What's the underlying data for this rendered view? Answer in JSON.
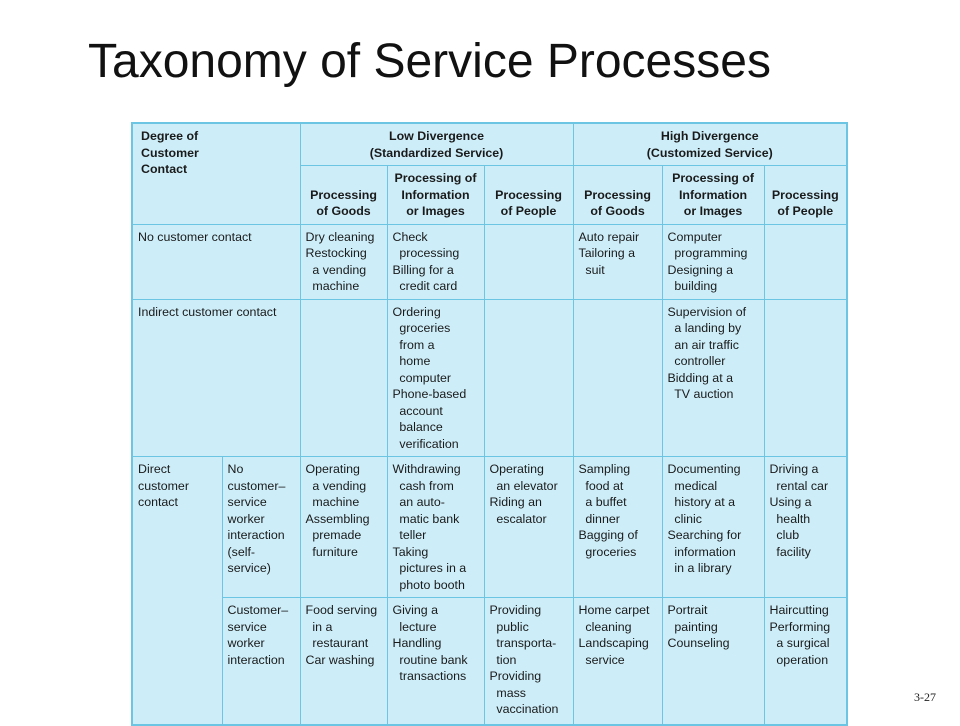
{
  "title": "Taxonomy of Service Processes",
  "page_number": "3-27",
  "table": {
    "corner": "Degree of\nCustomer\nContact",
    "low_divergence": "Low Divergence\n(Standardized Service)",
    "high_divergence": "High Divergence\n(Customized Service)",
    "sub_headers": {
      "goods": "Processing\nof Goods",
      "info": "Processing of\nInformation\nor Images",
      "people": "Processing\nof People"
    },
    "rows": {
      "no_contact": {
        "label": "No customer contact",
        "cells": [
          "Dry cleaning\nRestocking\n  a vending\n  machine",
          "Check\n  processing\nBilling for a\n  credit card",
          "",
          "Auto repair\nTailoring a\n  suit",
          "Computer\n  programming\nDesigning a\n  building",
          ""
        ]
      },
      "indirect": {
        "label": "Indirect customer contact",
        "cells": [
          "",
          "Ordering\n  groceries\n  from a\n  home\n  computer\nPhone-based\n  account\n  balance\n  verification",
          "",
          "",
          "Supervision of\n  a landing by\n  an air traffic\n  controller\nBidding at a\n  TV auction",
          ""
        ]
      },
      "direct": {
        "label": "Direct\ncustomer\ncontact",
        "self_service": {
          "label": "No\ncustomer–\nservice\nworker\ninteraction\n(self-\nservice)",
          "cells": [
            "Operating\n  a vending\n  machine\nAssembling\n  premade\n  furniture",
            "Withdrawing\n  cash from\n  an auto-\n  matic bank\n  teller\nTaking\n  pictures in a\n  photo booth",
            "Operating\n  an elevator\nRiding an\n  escalator",
            "Sampling\n  food at\n  a buffet\n  dinner\nBagging of\n  groceries",
            "Documenting\n  medical\n  history at a\n  clinic\nSearching for\n  information\n  in a library",
            "Driving a\n  rental car\nUsing a\n  health\n  club\n  facility"
          ]
        },
        "worker": {
          "label": "Customer–\nservice\nworker\ninteraction",
          "cells": [
            "Food serving\n  in a\n  restaurant\nCar washing",
            "Giving a\n  lecture\nHandling\n  routine bank\n  transactions",
            "Providing\n  public\n  transporta-\n  tion\nProviding\n  mass\n  vaccination",
            "Home carpet\n  cleaning\nLandscaping\n  service",
            "Portrait\n  painting\nCounseling",
            "Haircutting\nPerforming\n  a surgical\n  operation"
          ]
        }
      }
    }
  }
}
